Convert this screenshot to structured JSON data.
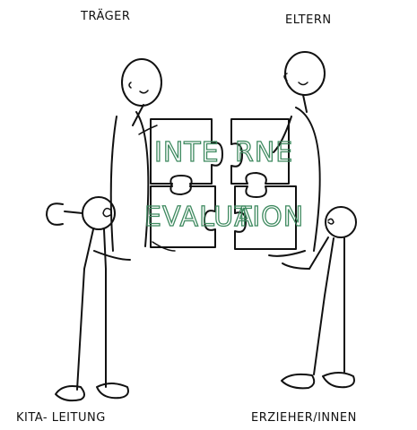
{
  "labels": {
    "traeger": "TRÄGER",
    "eltern": "ELTERN",
    "kita": "KITA- LEITUNG",
    "erzieher": "ERZIEHER/INNEN"
  },
  "puzzle": {
    "top_left": "INTE",
    "top_right": "RNE",
    "bottom_left": "EVALUA",
    "bottom_right": "TION"
  },
  "colors": {
    "ink": "#111111",
    "lettering": "#3f8a60"
  }
}
